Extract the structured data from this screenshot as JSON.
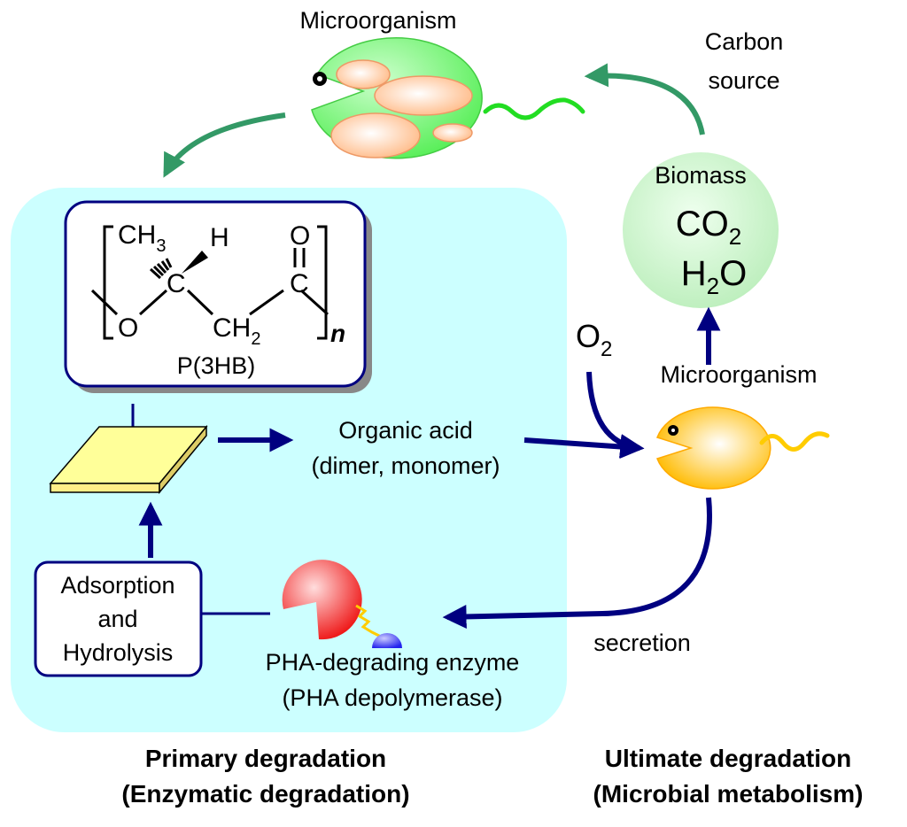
{
  "top_microorganism": {
    "label": "Microorganism"
  },
  "carbon_source": {
    "line1": "Carbon",
    "line2": "source"
  },
  "products": {
    "biomass": "Biomass",
    "co2_main": "CO",
    "co2_sub": "2",
    "h2o_main": "H",
    "h2o_sub": "2",
    "h2o_tail": "O"
  },
  "structure": {
    "ch3_main": "CH",
    "ch3_sub": "3",
    "h": "H",
    "c1": "C",
    "c2": "C",
    "o_carbonyl": "O",
    "o_ester": "O",
    "ch2_main": "CH",
    "ch2_sub": "2",
    "n": "n",
    "name": "P(3HB)"
  },
  "oxygen": {
    "main": "O",
    "sub": "2"
  },
  "right_microorganism": {
    "label": "Microorganism"
  },
  "organic_acid": {
    "line1": "Organic acid",
    "line2": "(dimer, monomer)"
  },
  "adsorption": {
    "line1": "Adsorption",
    "line2": "and",
    "line3": "Hydrolysis"
  },
  "enzyme": {
    "line1": "PHA-degrading enzyme",
    "line2": "(PHA depolymerase)"
  },
  "secretion": {
    "label": "secretion"
  },
  "primary": {
    "line1": "Primary degradation",
    "line2": "(Enzymatic degradation)"
  },
  "ultimate": {
    "line1": "Ultimate degradation",
    "line2": "(Microbial metabolism)"
  },
  "colors": {
    "panel": "#ccffff",
    "navy": "#000080",
    "green_arrow": "#339966",
    "cell_green": "#66ff66",
    "vacuole": "#ffcc99",
    "biomass_circle": "#ccffcc",
    "yellow_cell": "#ffcc00",
    "film": "#ffff99",
    "enzyme_red": "#ff3333",
    "enzyme_blue": "#3333ff"
  }
}
